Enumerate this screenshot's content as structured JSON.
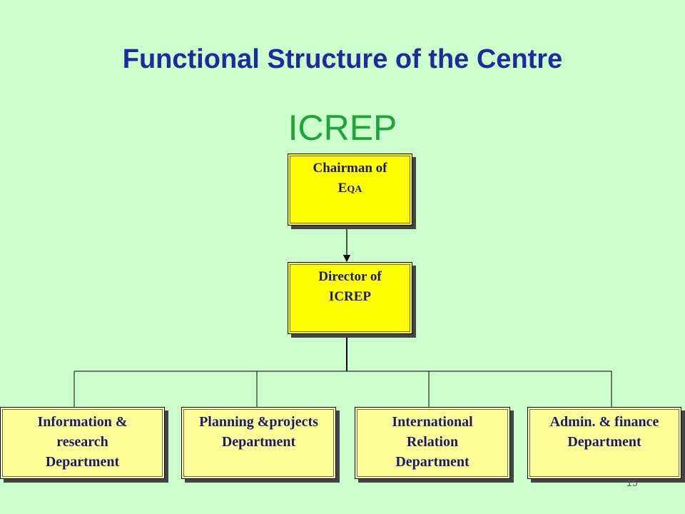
{
  "title": "Functional Structure of the Centre",
  "subtitle": "ICREP",
  "colors": {
    "background": "#ccffcc",
    "title": "#1f2a9c",
    "subtitle": "#1fa33a",
    "top_boxes": "#ffff00",
    "department_boxes": "#ffff99"
  },
  "org_chart": {
    "chairman": {
      "line1": "Chairman of",
      "line2_initial": "E",
      "line2_rest": "QA"
    },
    "director": {
      "line1": "Director of",
      "line2": "ICREP"
    },
    "departments": [
      {
        "lines": [
          "Information &",
          "research",
          "Department"
        ]
      },
      {
        "lines": [
          "Planning &projects",
          "Department"
        ]
      },
      {
        "lines": [
          "International",
          "Relation",
          "Department"
        ]
      },
      {
        "lines": [
          "Admin. & finance",
          "Department"
        ]
      }
    ]
  },
  "page_number": "15"
}
